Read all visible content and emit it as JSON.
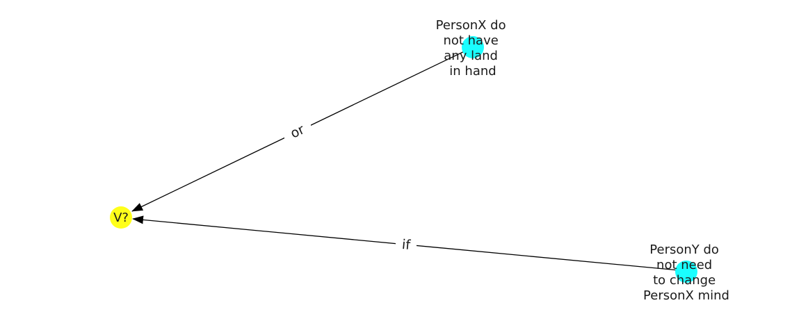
{
  "graph": {
    "nodes": [
      {
        "id": "v",
        "label_lines": [
          "V?"
        ],
        "color": "#ffff1a"
      },
      {
        "id": "x",
        "label_lines": [
          "PersonX do",
          "not have",
          "any land",
          "in hand"
        ],
        "color": "#1afeff"
      },
      {
        "id": "y",
        "label_lines": [
          "PersonY do",
          "not need",
          "to change",
          "PersonX mind"
        ],
        "color": "#1afeff"
      }
    ],
    "edges": [
      {
        "source": "x",
        "target": "v",
        "label": "or"
      },
      {
        "source": "y",
        "target": "v",
        "label": "if"
      }
    ],
    "edge_color": "#000000"
  }
}
